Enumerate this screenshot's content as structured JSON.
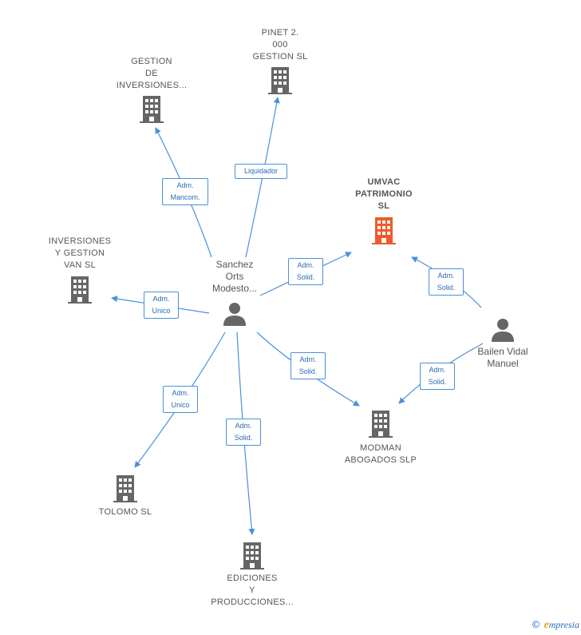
{
  "colors": {
    "edge": "#4a90d9",
    "building": "#666666",
    "highlight_building": "#f05a28",
    "person": "#666666"
  },
  "nodes": {
    "gestion_de_inversiones": {
      "label": "GESTION\nDE\nINVERSIONES...",
      "icon": "building-icon"
    },
    "pinet_2000": {
      "label": "PINET 2.\n000\nGESTION SL",
      "icon": "building-icon"
    },
    "umvac_patrimonio": {
      "label": "UMVAC\nPATRIMONIO\nSL",
      "icon": "building-icon"
    },
    "inversiones_y_gestion_van": {
      "label": "INVERSIONES\nY GESTION\nVAN SL",
      "icon": "building-icon"
    },
    "sanchez_orts": {
      "label": "Sanchez\nOrts\nModesto...",
      "icon": "person-icon"
    },
    "bailen_vidal": {
      "label": "Bailen Vidal\nManuel",
      "icon": "person-icon"
    },
    "modman_abogados": {
      "label": "MODMAN\nABOGADOS  SLP",
      "icon": "building-icon"
    },
    "tolomo": {
      "label": "TOLOMO SL",
      "icon": "building-icon"
    },
    "ediciones_y_producciones": {
      "label": "EDICIONES\nY\nPRODUCCIONES...",
      "icon": "building-icon"
    }
  },
  "edges": {
    "adm_mancom": "Adm.\nMancom.",
    "liquidador": "Liquidador",
    "sanchez_umvac": "Adm.\nSolid.",
    "bailen_umvac": "Adm.\nSolid.",
    "adm_unico_inversiones": "Adm.\nUnico",
    "sanchez_modman": "Adm.\nSolid.",
    "bailen_modman": "Adm.\nSolid.",
    "adm_unico_tolomo": "Adm.\nUnico",
    "sanchez_ediciones": "Adm.\nSolid."
  },
  "footer": {
    "copyright": "©",
    "brand_initial": "e",
    "brand_rest": "mpresia"
  }
}
